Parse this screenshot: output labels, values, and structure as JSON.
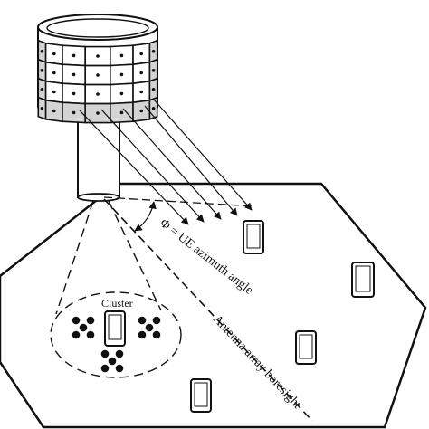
{
  "labels": {
    "cluster": "Cluster",
    "azimuth": "Φ = UE azimuth angle",
    "boresight": "Antenna array boresight"
  },
  "antenna": {
    "rows": 4,
    "visible_columns": 7
  },
  "colors": {
    "stroke": "#111111",
    "panel_light": "#ffffff",
    "panel_shade": "#d4d4d4",
    "device_fill": "#ffffff"
  }
}
